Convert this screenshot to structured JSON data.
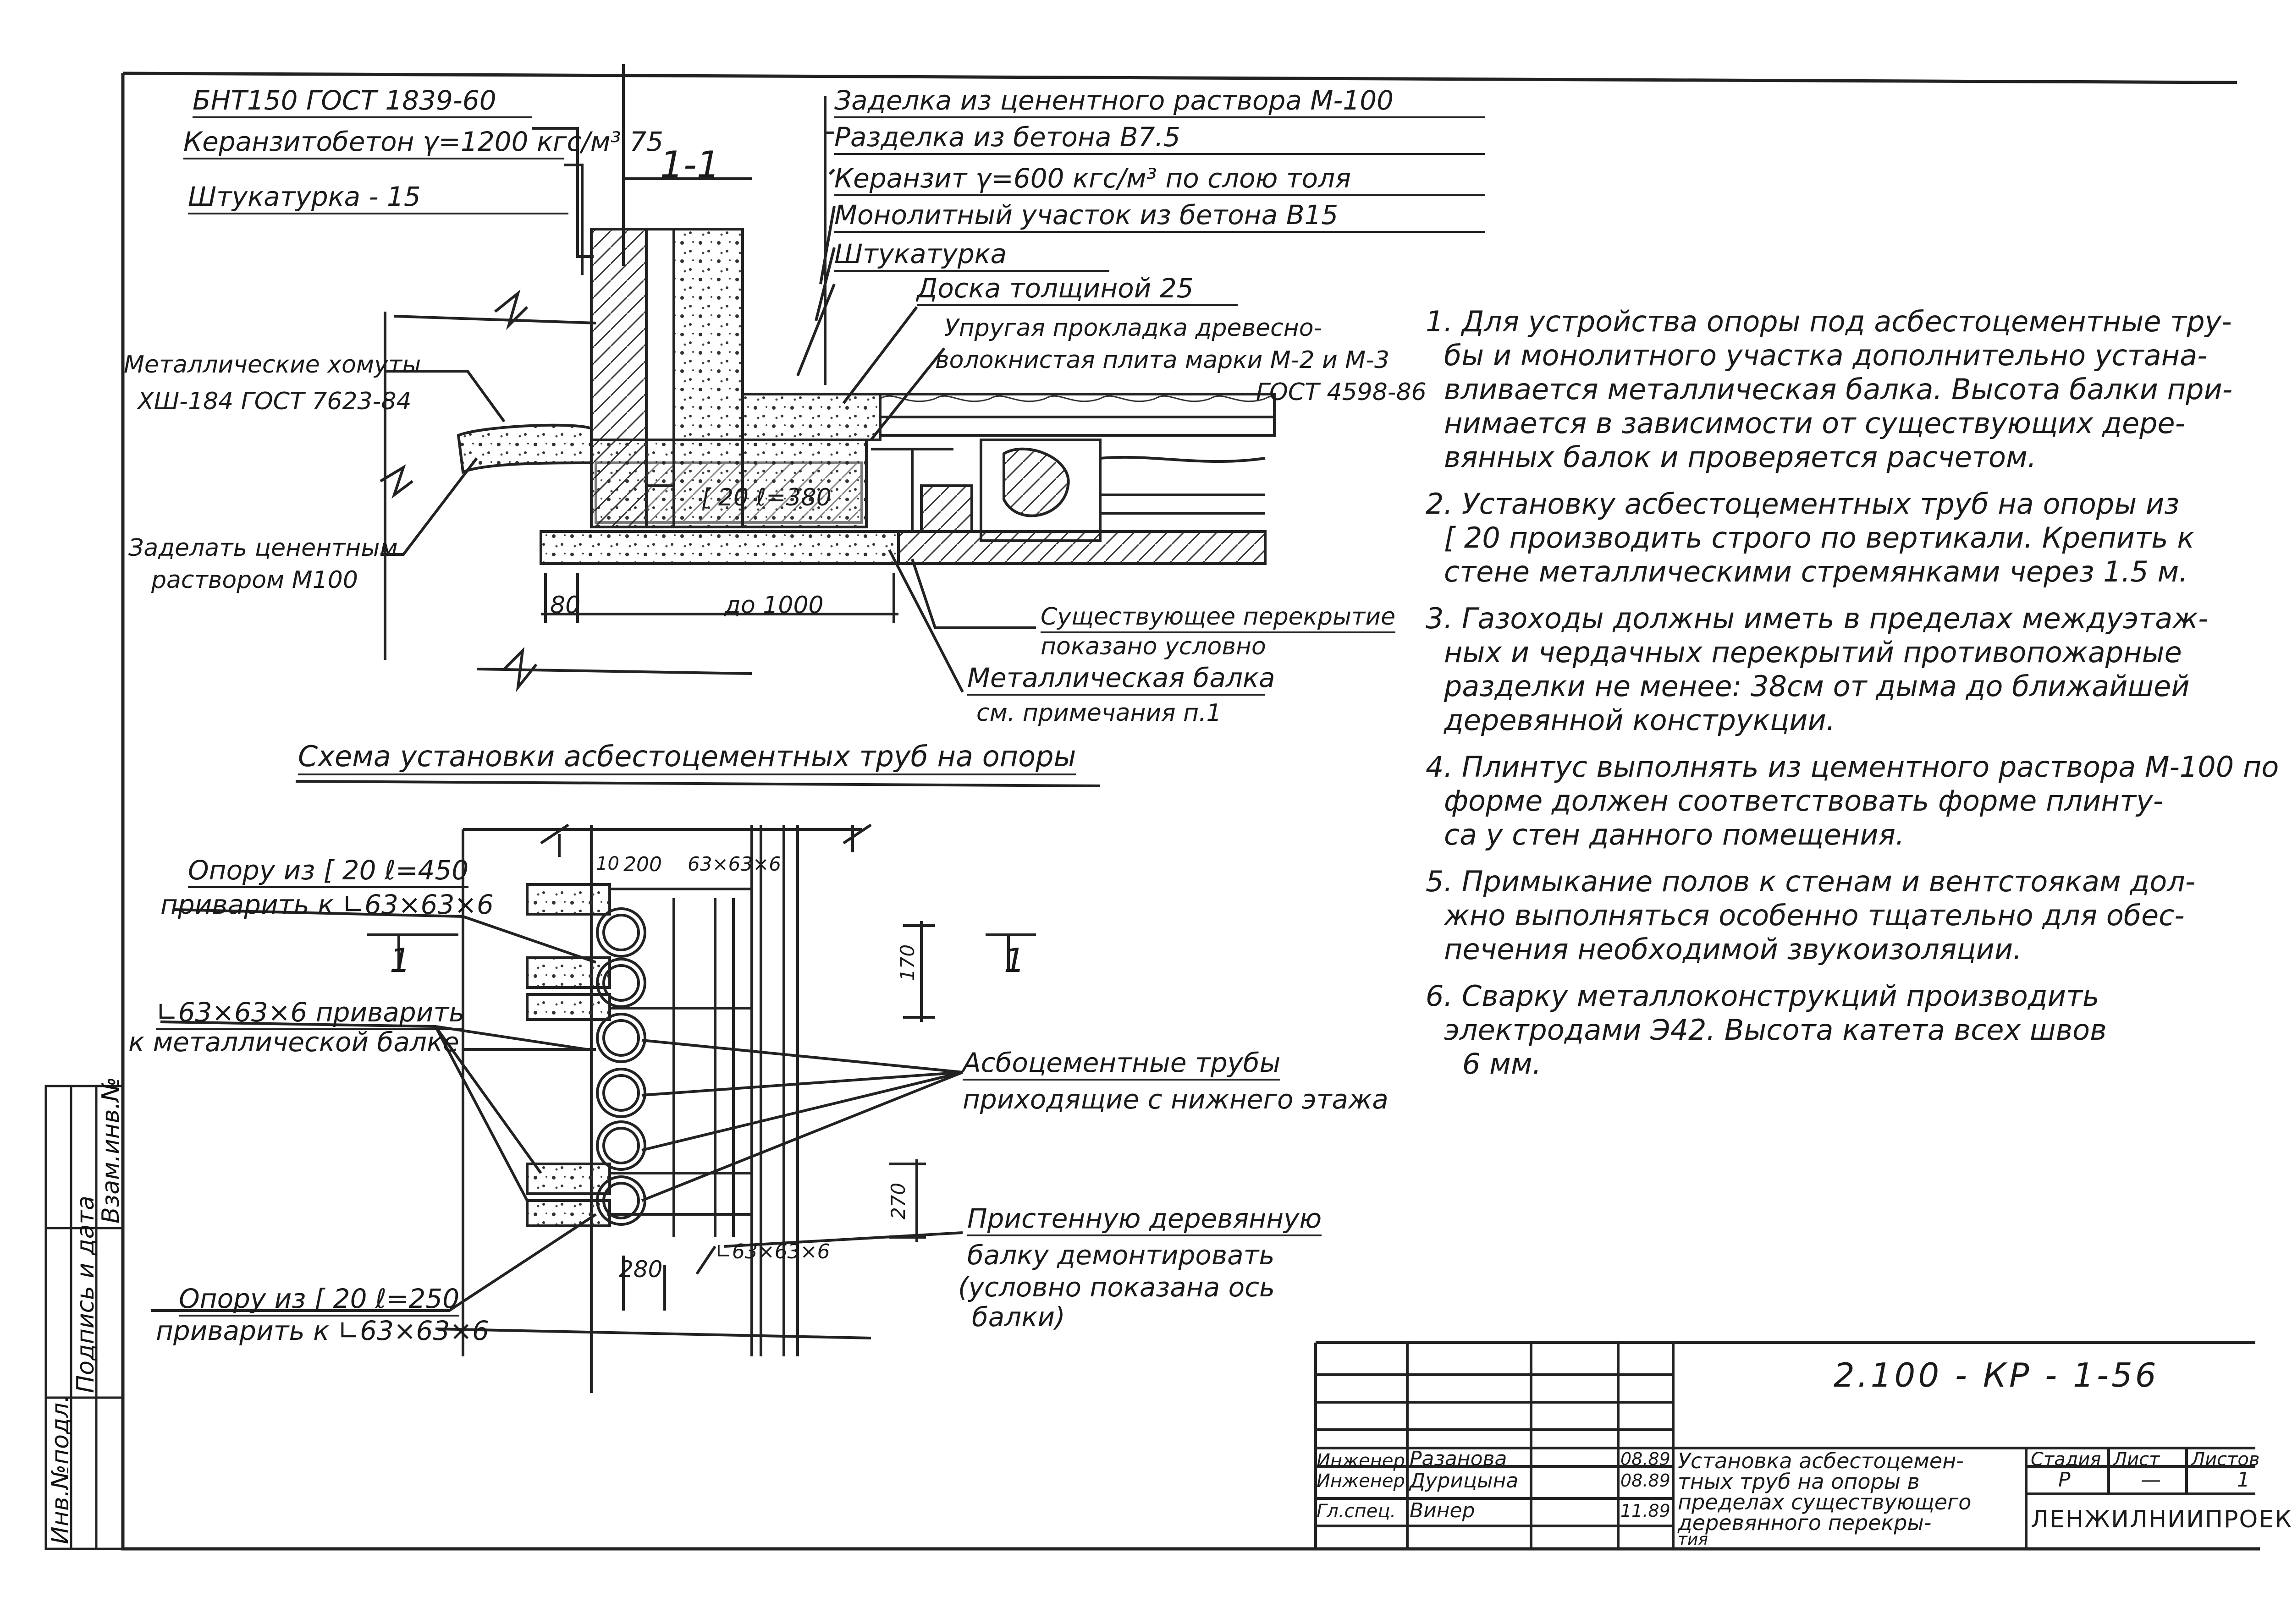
{
  "section_mark": "1-1",
  "section_labels": {
    "wall_left": [
      "БНТ150 ГОСТ 1839-60",
      "Керанзитобетон γ=1200 кгс/м³ 75",
      "Штукатурка - 15"
    ],
    "floor_right": [
      "Заделка из ценентного раствора М-100",
      "Разделка из бетона В7.5",
      "Керанзит γ=600 кгс/м³ по слою толя",
      "Монолитный участок из бетона В15",
      "Штукатурка",
      "Доска толщиной 25",
      "Упругая прокладка древесно-",
      "волокнистая плита марки М-2 и М-3",
      "ГОСТ 4598-86"
    ],
    "clamps": [
      "Металлические хомуты",
      "ХШ-184 ГОСТ 7623-84"
    ],
    "seal": [
      "Заделать ценентным",
      "раствором М100"
    ],
    "channel": "[ 20 ℓ=380",
    "existing_floor": [
      "Существующее перекрытие",
      "показано условно"
    ],
    "metal_beam": [
      "Металлическая балка",
      "см. примечания п.1"
    ],
    "dim_80": "80",
    "dim_1000": "до 1000"
  },
  "scheme": {
    "title": "Схема установки асбестоцементных труб на опоры",
    "labels": {
      "support_450": [
        "Опору из [ 20 ℓ=450",
        "приварить к ∟63×63×6"
      ],
      "angle_weld": [
        "∟63×63×6 приварить",
        "к металлической балке"
      ],
      "pipes": [
        "Асбоцементные трубы",
        "приходящие с нижнего этажа"
      ],
      "wall_beam": [
        "Пристенную деревянную",
        "балку демонтировать",
        "(условно показана ось",
        "балки)"
      ],
      "support_250": [
        "Опору из [ 20 ℓ=250",
        "приварить к ∟63×63×6"
      ]
    },
    "dims": {
      "d10": "10",
      "d200": "200",
      "d63top": "63×63×6",
      "d170": "170",
      "d270": "270",
      "d280": "280",
      "d63bot": "∟63×63×6"
    },
    "section_marker": "1"
  },
  "notes": [
    "1. Для устройства опоры под асбестоцементные тру-",
    "бы и монолитного участка дополнительно устана-",
    "вливается металлическая балка. Высота балки при-",
    "нимается в зависимости от существующих дере-",
    "вянных балок и проверяется расчетом.",
    "2. Установку асбестоцементных труб на опоры из",
    "[ 20 производить строго по вертикали. Крепить к",
    "стене металлическими стремянками через 1.5 м.",
    "3. Газоходы должны иметь в пределах междуэтаж-",
    "ных и чердачных перекрытий противопожарные",
    "разделки не менее: 38см от дыма до ближайшей",
    "деревянной конструкции.",
    "4. Плинтус выполнять из цементного раствора М-100 по",
    "форме должен соответствовать форме плинту-",
    "са у стен данного помещения.",
    "5. Примыкание полов к стенам и вентстоякам дол-",
    "жно выполняться особенно тщательно для обес-",
    "печения необходимой звукоизоляции.",
    "6. Сварку металлоконструкций производить",
    "электродами Э42. Высота катета всех швов",
    "6 мм."
  ],
  "side_stamp": [
    "Инв.№подл.",
    "Подпись и дата",
    "Взам.инв.№"
  ],
  "title_block": {
    "code": "2.100 - КР - 1-56",
    "rows": [
      {
        "role": "Инженер",
        "name": "Разанова",
        "date": "08.89"
      },
      {
        "role": "Инженер",
        "name": "Дурицына",
        "date": "08.89"
      },
      {
        "role": "Гл.спец.",
        "name": "Винер",
        "date": "11.89"
      }
    ],
    "description": [
      "Установка асбестоцемен-",
      "тных труб на опоры в",
      "пределах существующего",
      "деревянного перекры-",
      "тия"
    ],
    "stage_head": "Стадия",
    "sheet_head": "Лист",
    "sheets_head": "Листов",
    "stage": "Р",
    "sheet": "—",
    "sheets": "1",
    "org": "ЛЕНЖИЛНИИПРОЕКТ"
  }
}
